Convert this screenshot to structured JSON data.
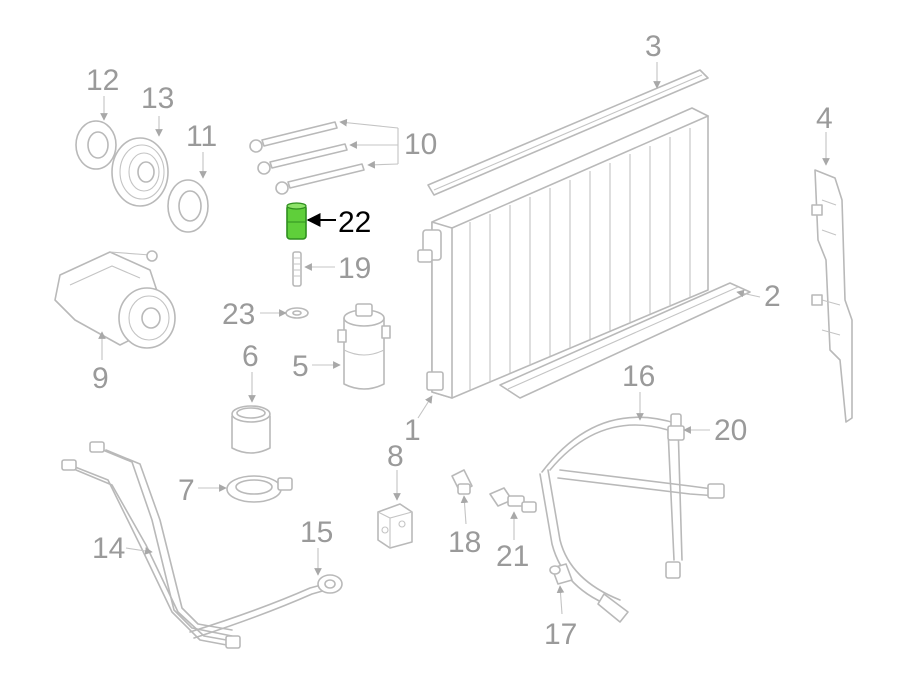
{
  "colors": {
    "line": "#b9b9b9",
    "label": "#9a9a9a",
    "highlight_label": "#000000",
    "highlight_part": "#5fcf3a",
    "highlight_part_dark": "#2f8f1f"
  },
  "highlighted_part": "22",
  "callouts": [
    {
      "id": "c1",
      "label": "1"
    },
    {
      "id": "c2",
      "label": "2"
    },
    {
      "id": "c3",
      "label": "3"
    },
    {
      "id": "c4",
      "label": "4"
    },
    {
      "id": "c5",
      "label": "5"
    },
    {
      "id": "c6",
      "label": "6"
    },
    {
      "id": "c7",
      "label": "7"
    },
    {
      "id": "c8",
      "label": "8"
    },
    {
      "id": "c9",
      "label": "9"
    },
    {
      "id": "c10",
      "label": "10"
    },
    {
      "id": "c11",
      "label": "11"
    },
    {
      "id": "c12",
      "label": "12"
    },
    {
      "id": "c13",
      "label": "13"
    },
    {
      "id": "c14",
      "label": "14"
    },
    {
      "id": "c15",
      "label": "15"
    },
    {
      "id": "c16",
      "label": "16"
    },
    {
      "id": "c17",
      "label": "17"
    },
    {
      "id": "c18",
      "label": "18"
    },
    {
      "id": "c19",
      "label": "19"
    },
    {
      "id": "c20",
      "label": "20"
    },
    {
      "id": "c21",
      "label": "21"
    },
    {
      "id": "c22",
      "label": "22"
    },
    {
      "id": "c23",
      "label": "23"
    }
  ]
}
